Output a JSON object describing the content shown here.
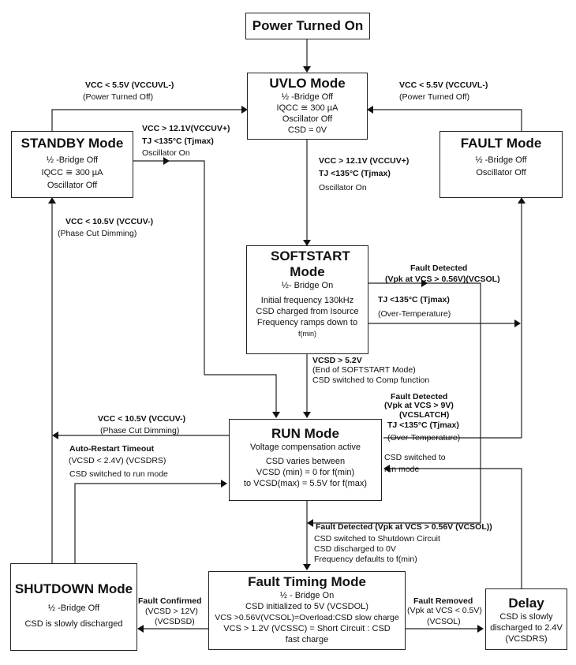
{
  "diagram": {
    "title": "Controller State Diagram",
    "states": {
      "power_on": {
        "title": "Power Turned On"
      },
      "uvlo": {
        "title": "UVLO Mode",
        "lines": [
          "½ -Bridge Off",
          "IQCC ≅ 300 µA",
          "Oscillator Off",
          "CSD = 0V"
        ]
      },
      "standby": {
        "title": "STANDBY Mode",
        "lines": [
          "½ -Bridge Off",
          "IQCC ≅ 300 µA",
          "Oscillator Off"
        ]
      },
      "fault": {
        "title": "FAULT Mode",
        "lines": [
          "½ -Bridge Off",
          "Oscillator Off"
        ]
      },
      "softstart": {
        "title": "SOFTSTART Mode",
        "lines": [
          "½- Bridge On",
          "Initial frequency 130kHz",
          "CSD charged from Isource",
          "Frequency ramps down to",
          "f(min)"
        ]
      },
      "run": {
        "title": "RUN Mode",
        "lines": [
          "Voltage compensation active",
          "CSD varies between",
          "VCSD (min) = 0 for f(min)",
          "to VCSD(max) = 5.5V for f(max)"
        ]
      },
      "shutdown": {
        "title": "SHUTDOWN Mode",
        "lines": [
          "½ -Bridge Off",
          "CSD is slowly discharged"
        ]
      },
      "fault_timing": {
        "title": "Fault Timing Mode",
        "lines": [
          "½ - Bridge On",
          "CSD initialized to 5V (VCSDOL)",
          "VCS >0.56V(VCSOL)=Overload:CSD slow charge",
          "VCS > 1.2V (VCSSC) = Short Circuit : CSD",
          "fast charge"
        ]
      },
      "delay": {
        "title": "Delay",
        "lines": [
          "CSD is slowly",
          "discharged to 2.4V",
          "(VCSDRS)"
        ]
      }
    },
    "transitions": {
      "standby_to_uvlo": [
        "VCC < 5.5V (VCCUVL-)",
        "(Power Turned Off)"
      ],
      "fault_to_uvlo": [
        "VCC < 5.5V (VCCUVL-)",
        "(Power Turned Off)"
      ],
      "standby_to_run": [
        "VCC > 12.1V(VCCUV+)",
        "TJ <135°C (Tjmax)",
        "Oscillator On"
      ],
      "uvlo_to_softstart": [
        "VCC > 12.1V (VCCUV+)",
        "TJ <135°C (Tjmax)",
        "Oscillator On"
      ],
      "run_to_standby_upper": [
        "VCC < 10.5V (VCCUV-)",
        "(Phase Cut Dimming)"
      ],
      "softstart_fault": [
        "Fault Detected",
        "(Vpk at VCS > 0.56V)(VCSOL)"
      ],
      "softstart_overtemp": [
        "TJ <135°C (Tjmax)",
        "(Over-Temperature)"
      ],
      "softstart_to_run": [
        "VCSD > 5.2V",
        "(End of SOFTSTART Mode)",
        "CSD switched to Comp function"
      ],
      "run_fault_latch": [
        "Fault Detected",
        "(Vpk at VCS > 9V)",
        "(VCSLATCH)",
        "TJ <135°C (Tjmax)",
        "(Over-Temperature)"
      ],
      "run_to_standby": [
        "VCC < 10.5V (VCCUV-)",
        "(Phase Cut Dimming)"
      ],
      "shutdown_to_run": [
        "Auto-Restart Timeout",
        "(VCSD < 2.4V) (VCSDRS)",
        "CSD switched to run mode"
      ],
      "delay_to_run": [
        "CSD switched to",
        "run mode"
      ],
      "run_to_fault_timing": [
        "Fault Detected (Vpk at VCS > 0.56V (VCSOL))",
        "CSD switched to Shutdown Circuit",
        "CSD discharged to 0V",
        "Frequency defaults to f(min)"
      ],
      "fault_timing_to_shutdown": [
        "Fault Confirmed",
        "(VCSD > 12V)",
        "(VCSDSD)"
      ],
      "fault_timing_to_delay": [
        "Fault Removed",
        "(Vpk at VCS < 0.5V)",
        "(VCSOL)"
      ]
    }
  }
}
